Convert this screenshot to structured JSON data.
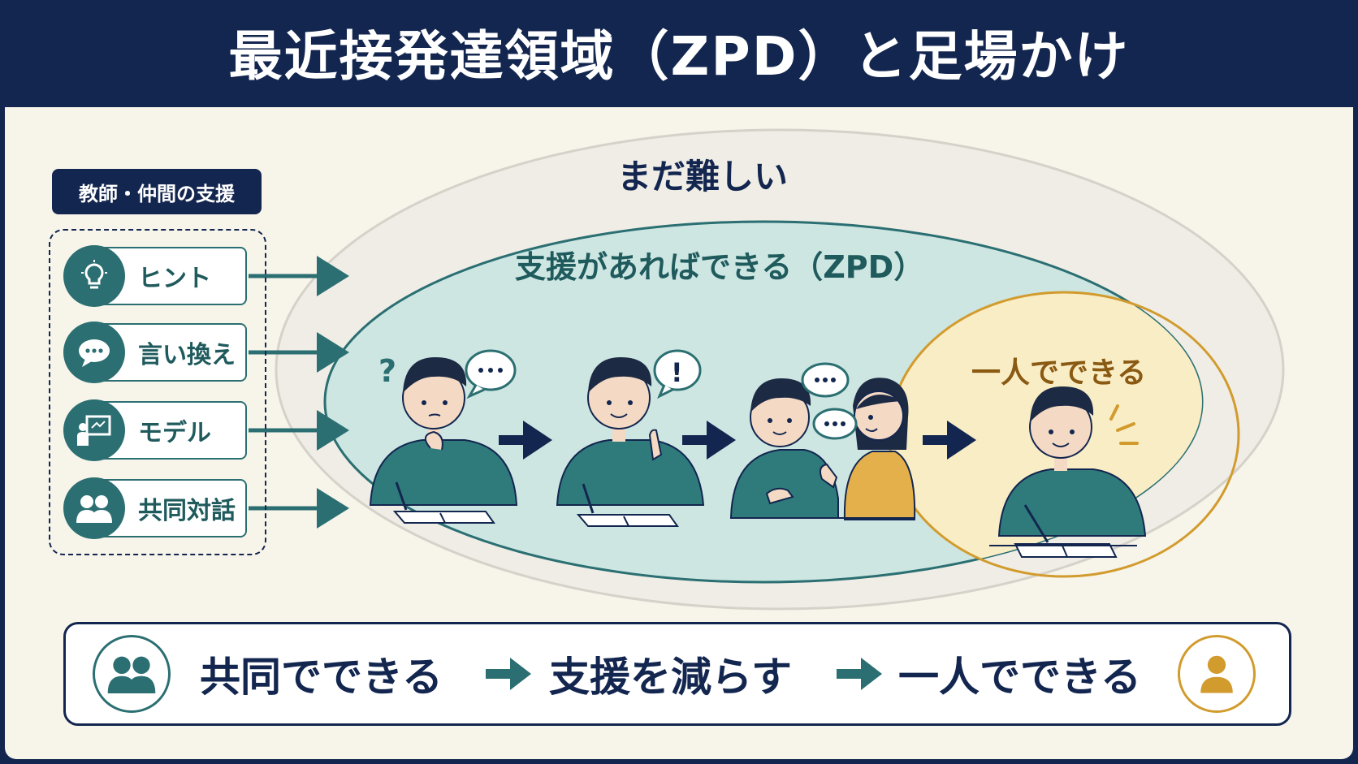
{
  "header": {
    "title": "最近接発達領域（ZPD）と足場かけ"
  },
  "support": {
    "title": "教師・仲間の支援",
    "tools": [
      {
        "label": "ヒント",
        "icon": "lightbulb-icon"
      },
      {
        "label": "言い換え",
        "icon": "speech-bubble-icon"
      },
      {
        "label": "モデル",
        "icon": "presenter-board-icon"
      },
      {
        "label": "共同対話",
        "icon": "people-icon"
      }
    ]
  },
  "zones": {
    "outer": "まだ難しい",
    "middle": "支援があればできる（ZPD）",
    "inner": "一人でできる"
  },
  "bubbles": {
    "question": "?",
    "exclaim": "!"
  },
  "bottom": {
    "step1": "共同でできる",
    "step2": "支援を減らす",
    "step3": "一人でできる"
  },
  "colors": {
    "navy": "#13264f",
    "teal": "#2b6f72",
    "teal_fill": "#cde6e2",
    "gold": "#d29b2d",
    "gold_fill": "#f9edc6",
    "grey_zone": "#efede6"
  }
}
